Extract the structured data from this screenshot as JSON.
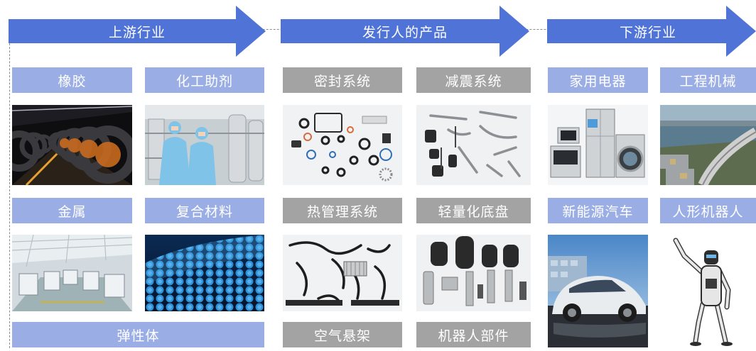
{
  "stages": {
    "upstream": "上游行业",
    "issuer": "发行人的产品",
    "downstream": "下游行业"
  },
  "upstream": {
    "rubber": "橡胶",
    "chem_additive": "化工助剂",
    "metal": "金属",
    "composite": "复合材料",
    "elastomer": "弹性体"
  },
  "products": {
    "seal": "密封系统",
    "damping": "减震系统",
    "thermal": "热管理系统",
    "lightweight_chassis": "轻量化底盘",
    "air_suspension": "空气悬架",
    "robot_parts": "机器人部件"
  },
  "downstream": {
    "appliances": "家用电器",
    "construction": "工程机械",
    "nev": "新能源汽车",
    "humanoid": "人形机器人"
  },
  "colors": {
    "arrow": "#4f73d6",
    "upstream_label": "#9aaee5",
    "product_label": "#a3a3a3"
  }
}
